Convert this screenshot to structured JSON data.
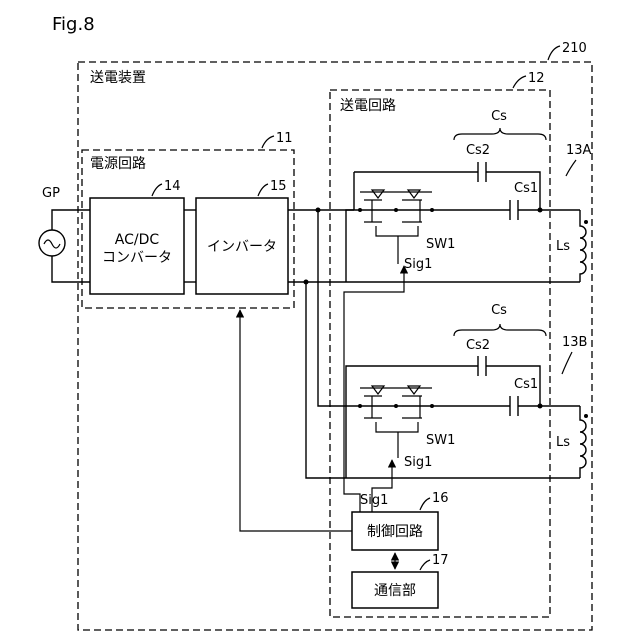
{
  "figure_label": "Fig.8",
  "labels": {
    "ref_210": "210",
    "ref_12": "12",
    "ref_11": "11",
    "ref_14": "14",
    "ref_15": "15",
    "ref_16": "16",
    "ref_17": "17",
    "ref_13a": "13A",
    "ref_13b": "13B",
    "power_transmitter": "送電装置",
    "transmission_circuit": "送電回路",
    "power_supply_circuit": "電源回路",
    "gp": "GP",
    "acdc_line1": "AC/DC",
    "acdc_line2": "コンバータ",
    "inverter": "インバータ",
    "control_circuit": "制御回路",
    "communication": "通信部",
    "cs_top": "Cs",
    "cs2_top": "Cs2",
    "cs1_top": "Cs1",
    "sw1_top": "SW1",
    "sig1_top": "Sig1",
    "ls_top": "Ls",
    "cs_bot": "Cs",
    "cs2_bot": "Cs2",
    "cs1_bot": "Cs1",
    "sw1_bot": "SW1",
    "sig1_bot": "Sig1",
    "ls_bot": "Ls",
    "sig1_ctrl": "Sig1"
  }
}
